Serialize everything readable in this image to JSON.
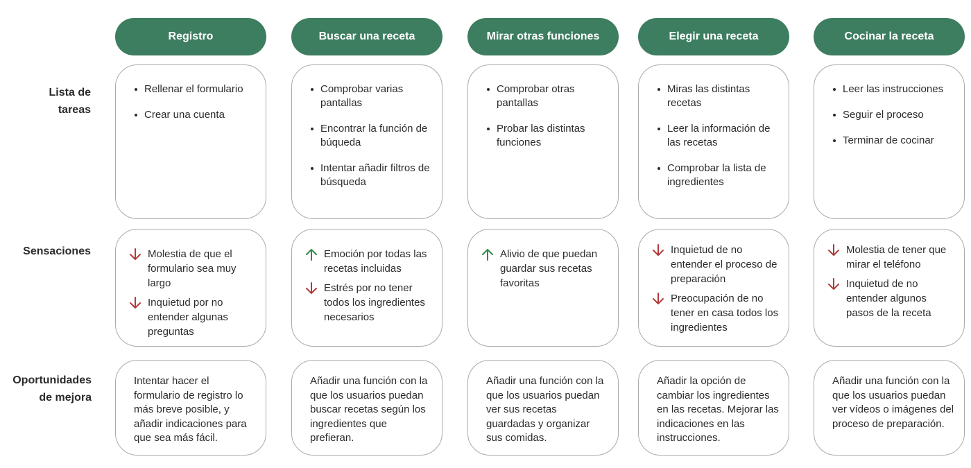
{
  "rows": {
    "tasks_line1": "Lista de",
    "tasks_line2": "tareas",
    "feelings": "Sensaciones",
    "opportunities_line1": "Oportunidades",
    "opportunities_line2": "de mejora"
  },
  "colors": {
    "pill": "#3d7d60",
    "up": "#2f8a4a",
    "down": "#b23a3a",
    "border": "#aaaaaa"
  },
  "stages": [
    {
      "title": "Registro",
      "tasks": [
        "Rellenar el formulario",
        "Crear una cuenta"
      ],
      "feelings": [
        {
          "dir": "down",
          "text": "Molestia de que el formulario sea muy largo"
        },
        {
          "dir": "down",
          "text": "Inquietud por no entender algunas preguntas"
        }
      ],
      "opportunity": "Intentar hacer el formulario de registro lo más breve posible, y añadir indicaciones para que sea más fácil."
    },
    {
      "title": "Buscar una receta",
      "tasks": [
        "Comprobar varias pantallas",
        "Encontrar la función de búqueda",
        "Intentar añadir filtros de búsqueda"
      ],
      "feelings": [
        {
          "dir": "up",
          "text": "Emoción por todas las recetas incluidas"
        },
        {
          "dir": "down",
          "text": "Estrés por no tener todos los ingredientes necesarios"
        }
      ],
      "opportunity": "Añadir una función con la que los usuarios puedan buscar recetas según los ingredientes que prefieran."
    },
    {
      "title": "Mirar otras funciones",
      "tasks": [
        "Comprobar otras pantallas",
        "Probar las distintas funciones"
      ],
      "feelings": [
        {
          "dir": "up",
          "text": "Alivio de que puedan guardar sus recetas favoritas"
        }
      ],
      "opportunity": "Añadir una función con la que los usuarios puedan ver sus recetas guardadas y organizar sus comidas."
    },
    {
      "title": "Elegir una receta",
      "tasks": [
        "Miras las distintas recetas",
        "Leer la información de las recetas",
        "Comprobar la lista de ingredientes"
      ],
      "feelings": [
        {
          "dir": "down",
          "text": "Inquietud de no entender el proceso de preparación"
        },
        {
          "dir": "down",
          "text": "Preocupación de no tener en casa todos los ingredientes"
        }
      ],
      "opportunity": "Añadir la opción de cambiar los ingredientes en las recetas. Mejorar las indicaciones en las instrucciones."
    },
    {
      "title": "Cocinar la receta",
      "tasks": [
        "Leer las instrucciones",
        "Seguir el proceso",
        "Terminar de cocinar"
      ],
      "feelings": [
        {
          "dir": "down",
          "text": "Molestia de tener que mirar el teléfono"
        },
        {
          "dir": "down",
          "text": "Inquietud de no entender algunos pasos de la receta"
        }
      ],
      "opportunity": "Añadir una función con la que los usuarios puedan ver vídeos o imágenes del proceso de preparación."
    }
  ]
}
